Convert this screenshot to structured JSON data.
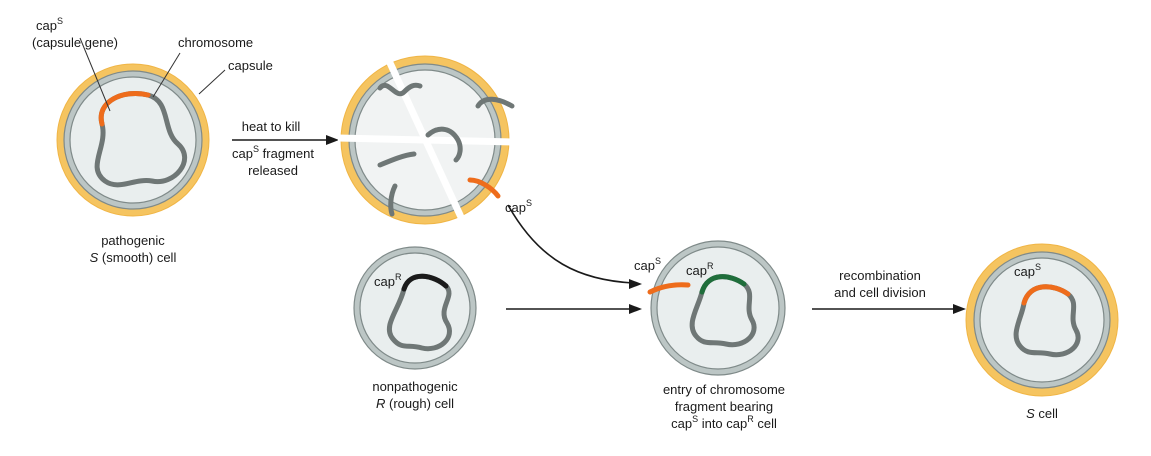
{
  "colors": {
    "capsule": "#f5c460",
    "capsule_edge": "#f0b545",
    "cell_fill": "#e9eeee",
    "membrane": "#bcc6c5",
    "membrane_line": "#7f8a89",
    "chromosome": "#6f7776",
    "cap_s": "#ee6c1b",
    "cap_r_dark": "#1b1b1b",
    "cap_r_green": "#1f6e3b",
    "arrow": "#1a1a1a"
  },
  "labels": {
    "cap_gene_base": "cap",
    "cap_gene_sup": "S",
    "cap_gene_paren": "(capsule gene)",
    "chromosome": "chromosome",
    "capsule": "capsule",
    "pathogenic_line1": "pathogenic",
    "pathogenic_line2_italic": "S",
    "pathogenic_line2_rest": " (smooth) cell",
    "heat_to_kill": "heat to kill",
    "fragment_base": "cap",
    "fragment_sup": "S",
    "fragment_rest": " fragment",
    "released": "released",
    "released_cap_base": "cap",
    "released_cap_sup": "S",
    "r_cell_cap_base": "cap",
    "r_cell_cap_sup": "R",
    "nonpathogenic_line1": "nonpathogenic",
    "nonpathogenic_line2_italic": "R",
    "nonpathogenic_line2_rest": " (rough) cell",
    "entry_cap_s_base": "cap",
    "entry_cap_s_sup": "S",
    "entry_cap_r_base": "cap",
    "entry_cap_r_sup": "R",
    "entry_line1": "entry of chromosome",
    "entry_line2": "fragment bearing",
    "entry_line3_a": "cap",
    "entry_line3_sup1": "S",
    "entry_line3_b": " into cap",
    "entry_line3_sup2": "R",
    "entry_line3_c": " cell",
    "recombination_line1": "recombination",
    "recombination_line2": "and cell division",
    "final_cap_base": "cap",
    "final_cap_sup": "S",
    "s_cell_italic": "S",
    "s_cell_rest": " cell"
  }
}
